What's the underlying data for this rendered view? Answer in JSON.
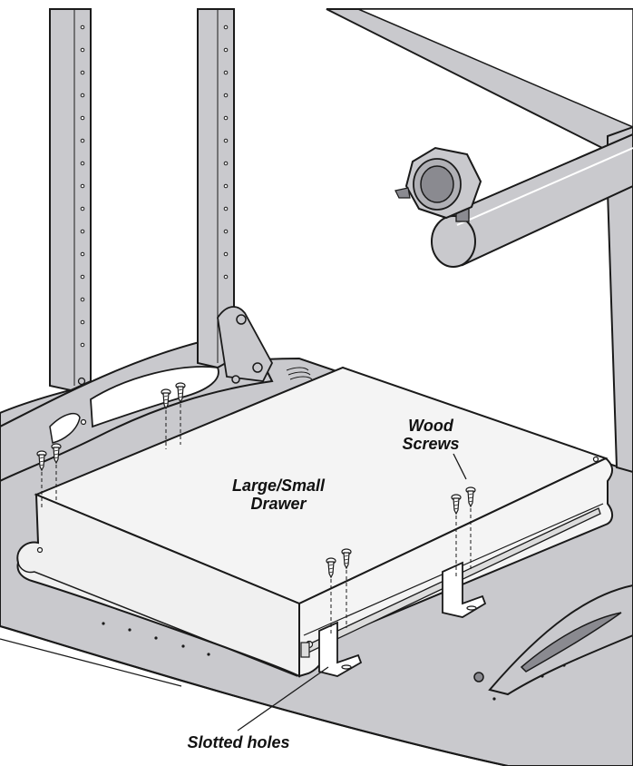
{
  "labels": {
    "drawer_line1": "Large/Small",
    "drawer_line2": "Drawer",
    "wood_line1": "Wood",
    "wood_line2": "Screws",
    "slotted": "Slotted holes"
  },
  "colors": {
    "frame_fill": "#c9c9cd",
    "drawer_fill": "#f4f4f4",
    "outline": "#1a1a1a",
    "background": "#ffffff"
  },
  "icons": [
    "caster-wheel-icon",
    "wood-screw-icon",
    "slotted-bracket-icon"
  ]
}
